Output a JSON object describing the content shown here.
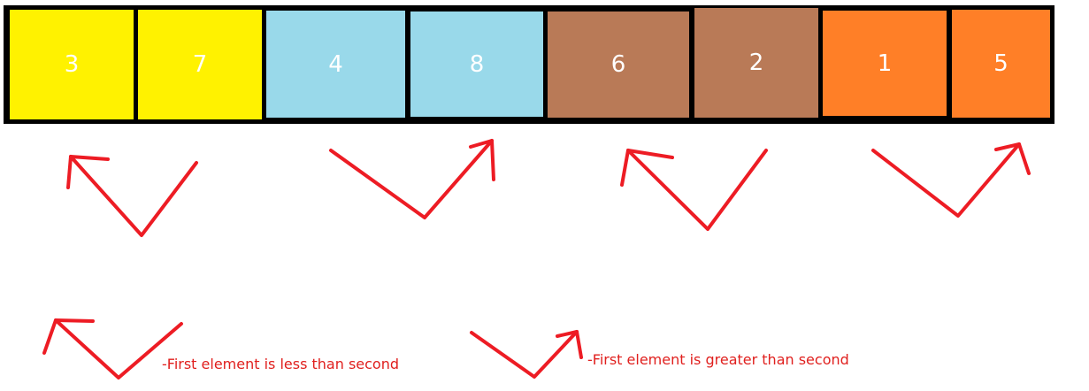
{
  "array": {
    "cells": [
      {
        "value": "3",
        "color": "#fff200"
      },
      {
        "value": "7",
        "color": "#fff200"
      },
      {
        "value": "4",
        "color": "#99d9ea"
      },
      {
        "value": "8",
        "color": "#99d9ea"
      },
      {
        "value": "6",
        "color": "#b97a57"
      },
      {
        "value": "2",
        "color": "#b97a57"
      },
      {
        "value": "1",
        "color": "#ff7f27"
      },
      {
        "value": "5",
        "color": "#ff7f27"
      }
    ]
  },
  "pair_arrows": [
    {
      "pair": "3-7",
      "direction": "left-up"
    },
    {
      "pair": "4-8",
      "direction": "right-up"
    },
    {
      "pair": "6-2",
      "direction": "left-up"
    },
    {
      "pair": "1-5",
      "direction": "right-up"
    }
  ],
  "legend": {
    "less_text": "-First element is less than second",
    "greater_text": "-First element is greater than second"
  },
  "colors": {
    "arrow": "#ed1c24",
    "border": "#000000"
  }
}
